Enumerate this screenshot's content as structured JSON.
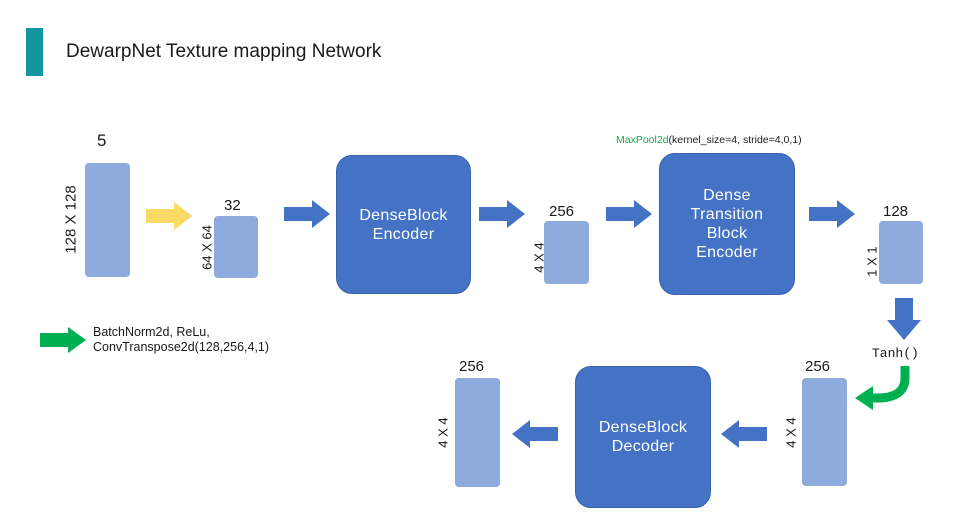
{
  "header": {
    "title": "DewarpNet Texture mapping Network"
  },
  "colors": {
    "accent_bar": "#1296a0",
    "block": "#4472c4",
    "tensor": "#8faadc",
    "arrow_blue": "#4472c4",
    "arrow_yellow": "#ffd966",
    "arrow_green": "#00b050",
    "pool_green": "#1aa84a"
  },
  "tensors": {
    "input": {
      "channels": "5",
      "size": "128 X 128"
    },
    "t1": {
      "channels": "32",
      "size": "64 X 64"
    },
    "t2": {
      "channels": "256",
      "size": "4 X 4"
    },
    "t3": {
      "channels": "128",
      "size": "1 X 1"
    },
    "t4": {
      "channels": "256",
      "size": "4 X 4"
    },
    "t5": {
      "channels": "256",
      "size": "4 X 4"
    }
  },
  "blocks": {
    "encoder": "DenseBlock\nEncoder",
    "transition": "Dense\nTransition\nBlock\nEncoder",
    "decoder": "DenseBlock\nDecoder"
  },
  "annotations": {
    "pool_name": "MaxPool2d",
    "pool_args": "(kernel_size=4, stride=4,0,1)",
    "tanh": "Tanh()"
  },
  "legend": {
    "line1": "BatchNorm2d,  ReLu,",
    "line2": "ConvTranspose2d(128,256,4,1)"
  }
}
